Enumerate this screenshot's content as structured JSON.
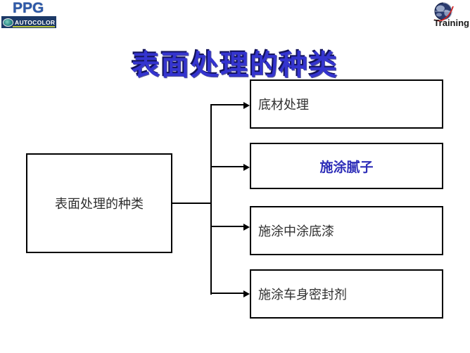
{
  "slide": {
    "title": "表面处理的种类"
  },
  "logos": {
    "ppg_word": "PPG",
    "autocolor_text": "AUTOCOLOR",
    "training_text": "Training"
  },
  "diagram": {
    "root": {
      "label": "表面处理的种类"
    },
    "children": [
      {
        "label": "底材处理",
        "align": "left",
        "color": "#2f2f2f",
        "bold": false
      },
      {
        "label": "施涂腻子",
        "align": "center",
        "color": "#2e2eb8",
        "bold": true
      },
      {
        "label": "施涂中涂底漆",
        "align": "left",
        "color": "#2f2f2f",
        "bold": false
      },
      {
        "label": "施涂车身密封剂",
        "align": "left",
        "color": "#2f2f2f",
        "bold": false
      }
    ]
  },
  "colors": {
    "title_blue": "#3434cf",
    "emphasis_text_blue": "#2e2eb8",
    "ppg_blue": "#2e59a8",
    "autocolor_bar_navy": "#1c3967",
    "autocolor_underline_yellow": "#b8c23a",
    "swoosh_red": "#cc2222",
    "line_black": "#000000"
  }
}
